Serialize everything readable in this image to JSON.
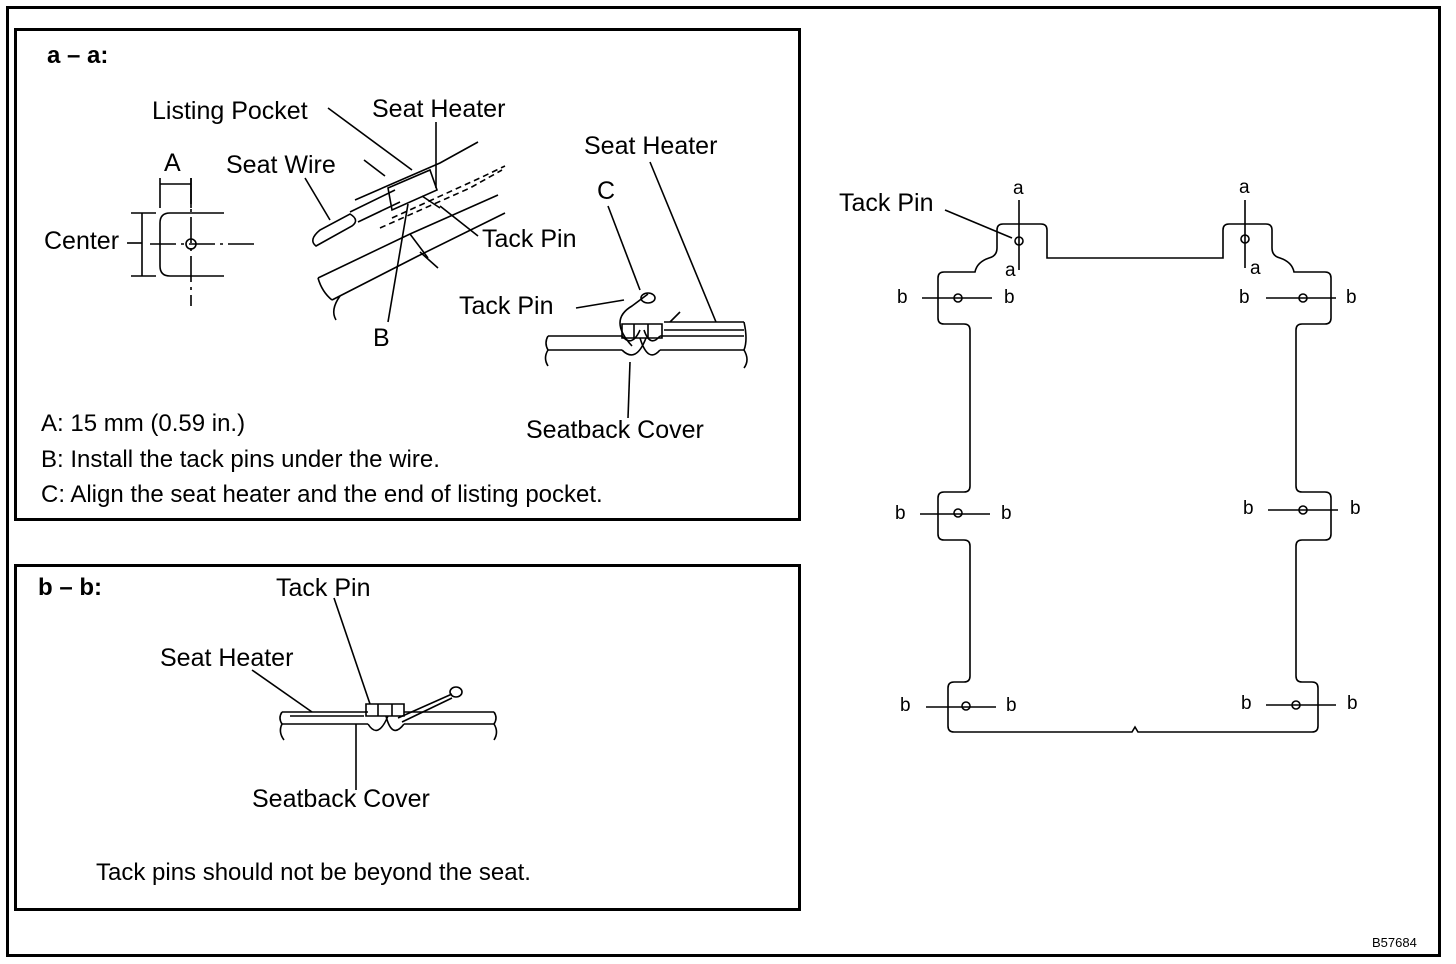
{
  "section_a": {
    "title": "a – a:",
    "labels": {
      "listing_pocket": "Listing Pocket",
      "seat_heater_1": "Seat Heater",
      "seat_heater_2": "Seat Heater",
      "dim_a": "A",
      "seat_wire": "Seat Wire",
      "center": "Center",
      "tack_pin_1": "Tack Pin",
      "tack_pin_2": "Tack Pin",
      "mark_c": "C",
      "mark_b": "B",
      "seatback_cover": "Seatback Cover"
    },
    "notes": [
      "A: 15 mm (0.59 in.)",
      "B: Install the tack pins under the wire.",
      "C: Align the seat heater and the end of listing pocket."
    ]
  },
  "section_b": {
    "title": "b – b:",
    "labels": {
      "tack_pin": "Tack Pin",
      "seat_heater": "Seat Heater",
      "seatback_cover": "Seatback Cover"
    },
    "note": "Tack pins should not be beyond the seat."
  },
  "heater_outline": {
    "tack_pin_label": "Tack Pin",
    "section_a_marks": [
      "a",
      "a",
      "a",
      "a"
    ],
    "section_b_marks": [
      "b",
      "b",
      "b",
      "b",
      "b",
      "b",
      "b",
      "b",
      "b",
      "b",
      "b",
      "b"
    ]
  },
  "figure_code": "B57684"
}
